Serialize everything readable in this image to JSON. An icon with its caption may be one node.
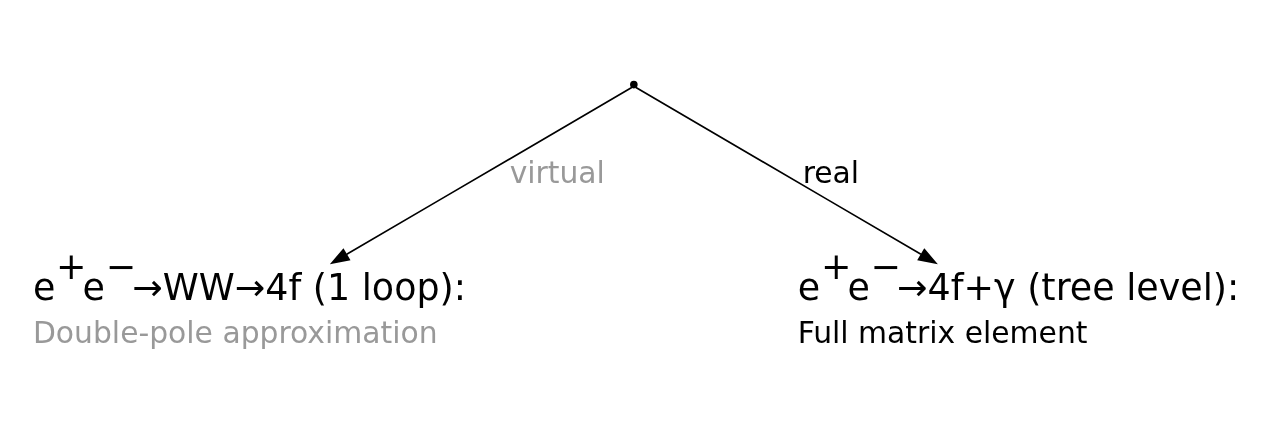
{
  "diagram": {
    "nodes": [
      {
        "text": [],
        "shape": "point"
      },
      {
        "text": [
          "e$^{+}$e$^{−}$→WW→4f (1 loop):",
          "Double-pole approximation"
        ]
      },
      {
        "text": [
          "e$^{+}$e$^{−}$→4f+γ (tree level):",
          "Full matrix element"
        ]
      }
    ],
    "edges": [
      {
        "from": 0,
        "to": 1,
        "arrow": "to",
        "label": "virtual"
      },
      {
        "from": 0,
        "to": 2,
        "arrow": "to",
        "label": "real"
      }
    ]
  }
}
